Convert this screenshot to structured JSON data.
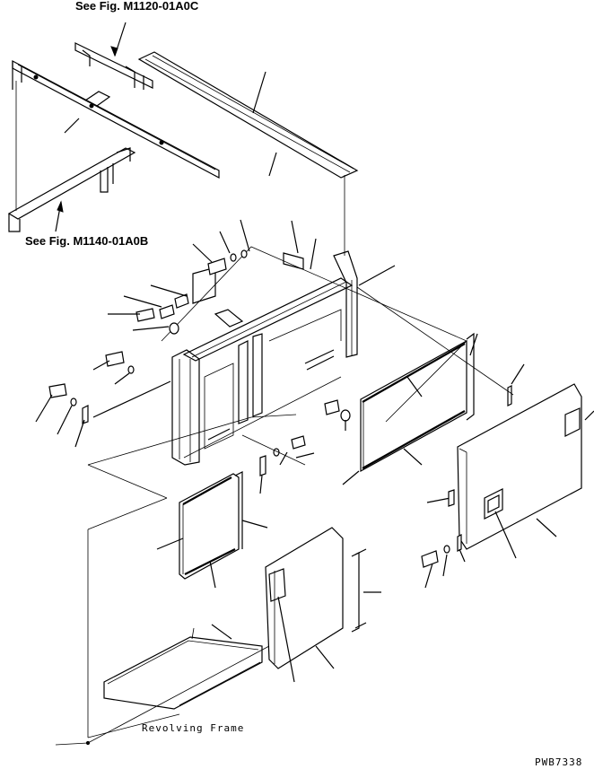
{
  "labels": {
    "ref_top": "See Fig. M1120-01A0C",
    "ref_left": "See Fig. M1140-01A0B",
    "revolving_frame": "Revolving Frame",
    "drawing_code": "PWB7338"
  },
  "colors": {
    "ink": "#000000",
    "paper": "#ffffff"
  }
}
